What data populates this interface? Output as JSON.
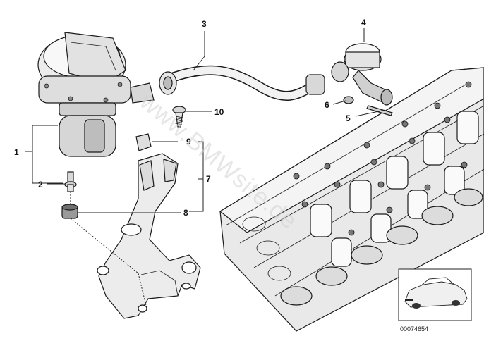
{
  "callouts": [
    "1",
    "2",
    "3",
    "4",
    "5",
    "6",
    "7",
    "8",
    "9",
    "10"
  ],
  "watermark": "www.BMWsite.de",
  "catalog_number": "00074654"
}
